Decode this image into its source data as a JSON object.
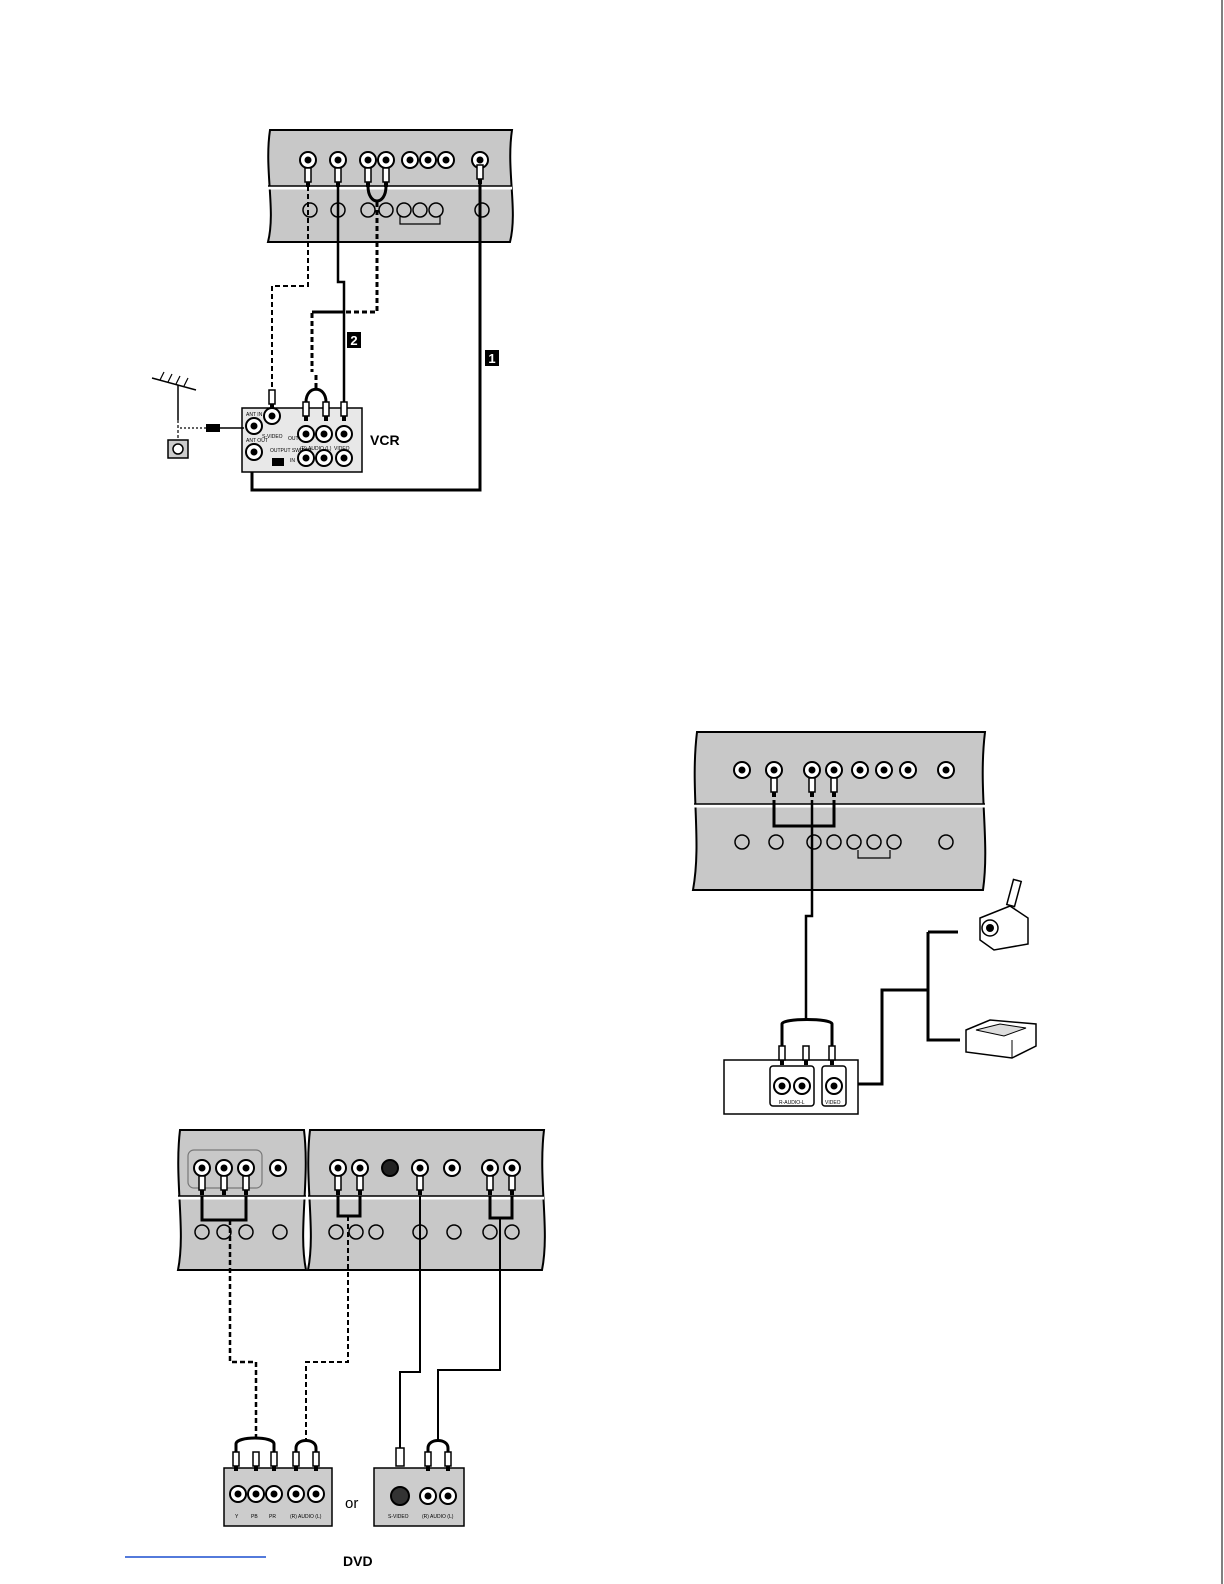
{
  "diagram_vcr": {
    "device_label": "VCR",
    "callout_1": "1",
    "callout_2": "2",
    "port_ant_in": "ANT IN",
    "port_ant_out": "ANT OUT",
    "port_svideo": "S-VIDEO",
    "port_out": "OUT",
    "port_audio": "(R) AUDIO (L)",
    "port_video": "VIDEO",
    "port_output_switch": "OUTPUT SWITCH",
    "port_in": "IN"
  },
  "diagram_camcorder": {
    "port_audio": "R-AUDIO-L",
    "port_video": "VIDEO"
  },
  "diagram_dvd": {
    "device_label": "DVD",
    "or_label": "or",
    "port_y": "Y",
    "port_pb": "PB",
    "port_pr": "PR",
    "port_audio_left": "(R) AUDIO (L)",
    "port_svideo": "S-VIDEO",
    "port_audio_right": "(R) AUDIO (L)"
  },
  "colors": {
    "panel": "#c8c8c8",
    "line": "#000000",
    "link": "#1a4fcf"
  }
}
